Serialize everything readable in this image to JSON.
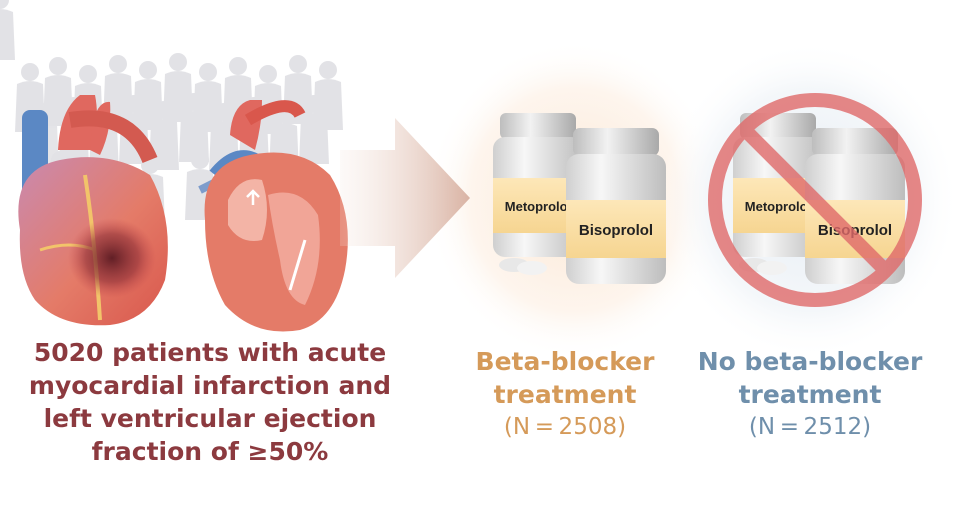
{
  "population": {
    "lines": [
      "5020 patients with acute",
      "myocardial infarction and",
      "left ventricular ejection",
      "fraction of ≥50%"
    ]
  },
  "groups": [
    {
      "title_lines": [
        "Beta-blocker",
        "treatment"
      ],
      "n_label": "(N = 2508)",
      "bottles": [
        "Metoprolol",
        "Bisoprolol"
      ],
      "color": "#d59a59"
    },
    {
      "title_lines": [
        "No beta-blocker",
        "treatment"
      ],
      "n_label": "(N = 2512)",
      "bottles": [
        "Metoprolol",
        "Bisoprolol"
      ],
      "color": "#6f8fab"
    }
  ],
  "colors": {
    "population_text": "#8c3a3f",
    "arrow": "#e3c3b3",
    "prohibition": "#e06a6a",
    "heart_red": "#e0685f",
    "heart_blue": "#5b88c4"
  },
  "icons": [
    "crowd-icon",
    "infarcted-heart-icon",
    "heart-cross-section-icon",
    "arrow-right-icon",
    "pill-bottle-icon",
    "prohibition-icon"
  ]
}
